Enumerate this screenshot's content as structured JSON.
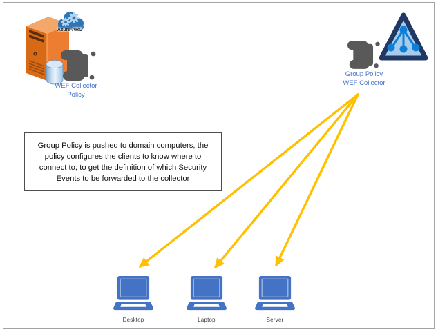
{
  "collector_group": {
    "badge_label": "Azure ARC",
    "label_lines": [
      "WEF Collector",
      "Policy"
    ]
  },
  "group_policy_group": {
    "label_lines": [
      "Group Policy",
      "WEF Collector"
    ]
  },
  "note": {
    "lines": [
      "Group Policy is pushed to domain computers, the",
      "policy configures the clients to know where to",
      "connect to, to get the definition of which Security",
      "Events to be forwarded to the collector"
    ]
  },
  "devices": [
    {
      "label": "Desktop"
    },
    {
      "label": "Laptop"
    },
    {
      "label": "Server"
    }
  ],
  "colors": {
    "arrow": "#FFC000",
    "laptop_blue": "#4472C4",
    "label_blue": "#4472C4",
    "scroll_gray": "#595959",
    "triangle_border": "#1F3864",
    "triangle_fill": "#A7CBEA",
    "network_node_blue": "#0E7FD6",
    "server_front": "#D96A15",
    "server_side": "#ED7D31",
    "server_top": "#F4A76B",
    "cloud_blue": "#2E75B6",
    "frame_gray": "#A3A3A3"
  }
}
